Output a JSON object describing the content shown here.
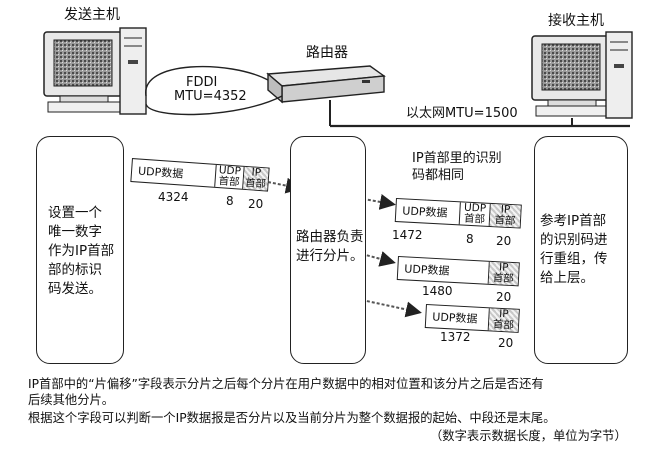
{
  "hosts": {
    "sender": "发送主机",
    "receiver": "接收主机"
  },
  "router_label": "路由器",
  "fddi": {
    "name": "FDDI",
    "mtu": "MTU=4352"
  },
  "ethernet": "以太网MTU=1500",
  "sender_box": {
    "lines": [
      "设置一个",
      "唯一数字",
      "作为IP首部",
      "部的标识",
      "码发送。"
    ]
  },
  "router_box": {
    "lines": [
      "路由器负责",
      "进行分片。"
    ]
  },
  "receiver_box": {
    "lines": [
      "参考IP首部",
      "的识别码进",
      "行重组，传",
      "给上层。"
    ]
  },
  "id_note": {
    "lines": [
      "IP首部里的识别",
      "码都相同"
    ]
  },
  "original_packet": {
    "udp_label": "UDP数据",
    "udp_header": [
      "UDP",
      "首部"
    ],
    "ip_header": [
      "IP",
      "首部"
    ],
    "data_len": "4324",
    "udp_len": "8",
    "ip_len": "20"
  },
  "fragments": [
    {
      "udp_label": "UDP数据",
      "udp_header": [
        "UDP",
        "首部"
      ],
      "ip_header": [
        "IP",
        "首部"
      ],
      "data_len": "1472",
      "udp_len": "8",
      "ip_len": "20"
    },
    {
      "udp_label": "UDP数据",
      "ip_header": [
        "IP",
        "首部"
      ],
      "data_len": "1480",
      "ip_len": "20"
    },
    {
      "udp_label": "UDP数据",
      "ip_header": [
        "IP",
        "首部"
      ],
      "data_len": "1372",
      "ip_len": "20"
    }
  ],
  "footer": {
    "line1": "IP首部中的“片偏移”字段表示分片之后每个分片在用户数据中的相对位置和该分片之后是否还有",
    "line2": "后续其他分片。",
    "line3": "根据这个字段可以判断一个IP数据报是否分片以及当前分片为整个数据报的起始、中段还是末尾。",
    "note": "（数字表示数据长度，单位为字节）"
  }
}
